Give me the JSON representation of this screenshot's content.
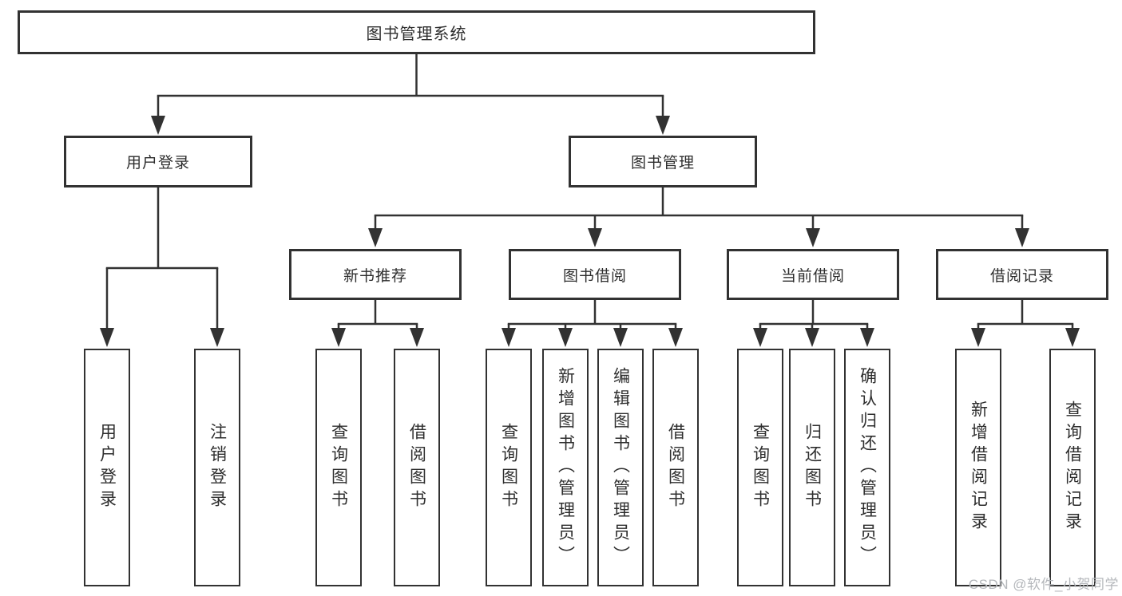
{
  "tree": {
    "root": {
      "label": "图书管理系统"
    },
    "children": [
      {
        "label": "用户登录",
        "children": [
          {
            "label": "用户登录"
          },
          {
            "label": "注销登录"
          }
        ]
      },
      {
        "label": "图书管理",
        "children": [
          {
            "label": "新书推荐",
            "children": [
              {
                "label": "查询图书"
              },
              {
                "label": "借阅图书"
              }
            ]
          },
          {
            "label": "图书借阅",
            "children": [
              {
                "label": "查询图书"
              },
              {
                "label": "新增图书（管理员）"
              },
              {
                "label": "编辑图书（管理员）"
              },
              {
                "label": "借阅图书"
              }
            ]
          },
          {
            "label": "当前借阅",
            "children": [
              {
                "label": "查询图书"
              },
              {
                "label": "归还图书"
              },
              {
                "label": "确认归还（管理员）"
              }
            ]
          },
          {
            "label": "借阅记录",
            "children": [
              {
                "label": "新增借阅记录"
              },
              {
                "label": "查询借阅记录"
              }
            ]
          }
        ]
      }
    ]
  },
  "watermark": {
    "text": "CSDN @软件_小贺同学"
  },
  "colors": {
    "line": "#323232",
    "text": "#2e2e2e",
    "watermark": "#b4b7bb",
    "background": "#ffffff"
  }
}
